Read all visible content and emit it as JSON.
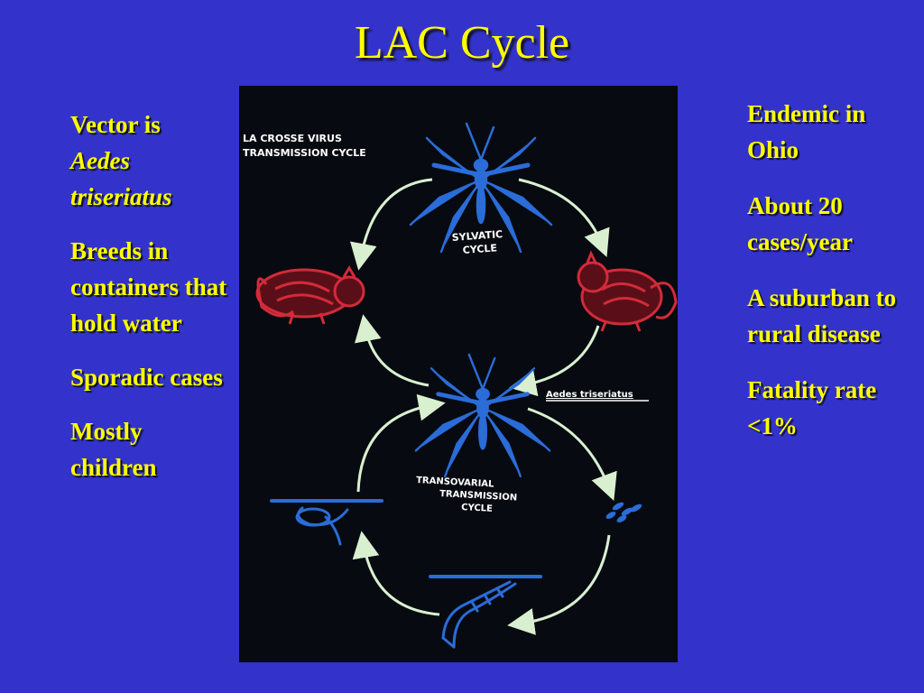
{
  "slide": {
    "title": "LAC Cycle",
    "text_color": "#ffff00",
    "background_color": "#3333cc"
  },
  "left_column": {
    "vector_prefix": "Vector is",
    "vector_genus": "Aedes",
    "vector_species": "triseriatus",
    "breeds": "Breeds in containers that hold water",
    "sporadic": "Sporadic cases",
    "mostly": "Mostly children"
  },
  "right_column": {
    "endemic": "Endemic in Ohio",
    "cases": "About 20 cases/year",
    "suburban": "A suburban to rural disease",
    "fatality": "Fatality rate <1%"
  },
  "diagram": {
    "title_line1": "LA CROSSE   VIRUS",
    "title_line2": "TRANSMISSION  CYCLE",
    "sylvatic_line1": "SYLVATIC",
    "sylvatic_line2": "CYCLE",
    "transovarial_line1": "TRANSOVARIAL",
    "transovarial_line2": "TRANSMISSION",
    "transovarial_line3": "CYCLE",
    "species_label": "Aedes triseriatus",
    "mosquito_color": "#2a6cd8",
    "mammal_color": "#d42a3a",
    "arrow_color": "#d9f0d0"
  }
}
